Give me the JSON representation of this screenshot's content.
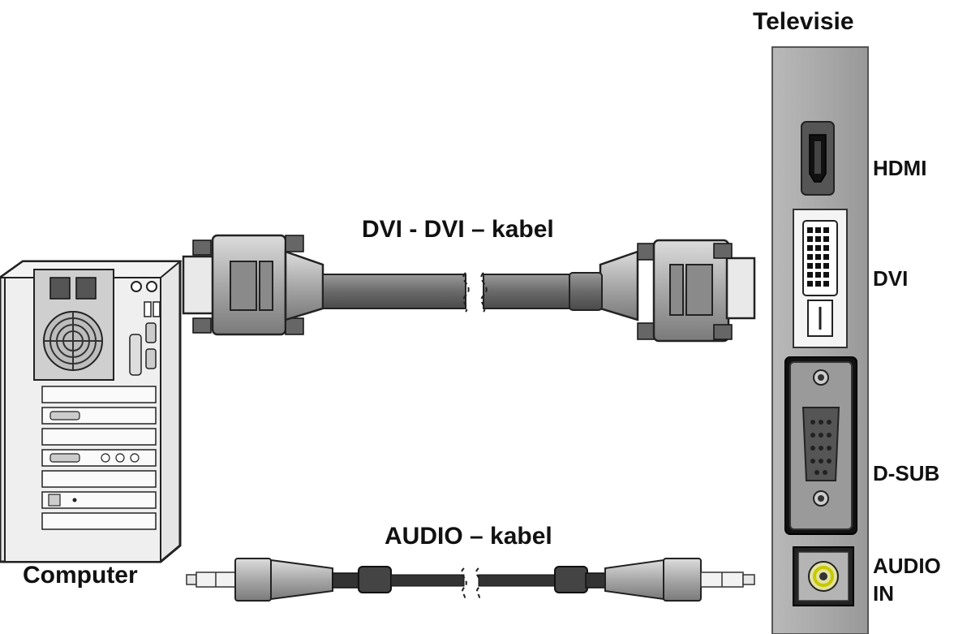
{
  "diagram": {
    "tv_title": "Televisie",
    "computer_label": "Computer",
    "dvi_cable_label": "DVI - DVI – kabel",
    "audio_cable_label": "AUDIO – kabel",
    "ports": {
      "hdmi": "HDMI",
      "dvi": "DVI",
      "dsub": "D-SUB",
      "audio_line1": "AUDIO",
      "audio_line2": "IN"
    }
  },
  "colors": {
    "panel": "#a9a9a9",
    "cable": "#6e6e6e",
    "connector": "#8f8f8f",
    "audio_ring": "#c8c800"
  }
}
